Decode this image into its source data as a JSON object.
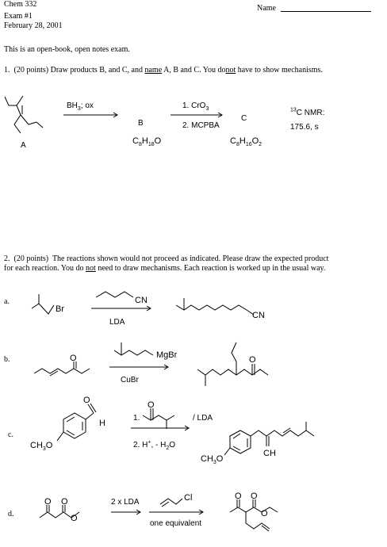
{
  "header": {
    "course": "Chem 332",
    "exam": "Exam #1",
    "date": "February 28, 2001",
    "name_label": "Name"
  },
  "intro": "This is an open-book, open notes exam.",
  "q1": {
    "number": "1.",
    "points": "(20 points)",
    "text_a": "Draw products B, and C, and",
    "name_word": "name",
    "text_b": "A, B and C. You do",
    "not_word": "not",
    "text_c": "have to show mechanisms.",
    "label_A": "A",
    "label_B": "B",
    "label_C": "C",
    "reagent1": "BH",
    "reagent1_sub": "3",
    "reagent1_tail": "; ox",
    "reagent2a_pre": "1. CrO",
    "reagent2a_sub": "3",
    "reagent2b": "2. MCPBA",
    "formula_B": {
      "c": "C",
      "c_n": "8",
      "h": "H",
      "h_n": "18",
      "o": "O",
      "o_n": ""
    },
    "formula_C": {
      "c": "C",
      "c_n": "8",
      "h": "H",
      "h_n": "16",
      "o": "O",
      "o_n": "2"
    },
    "nmr_sup": "13",
    "nmr_label": "C NMR:",
    "nmr_value": "175.6, s"
  },
  "q2": {
    "number": "2.",
    "points": "(20 points)",
    "line1": "The reactions shown would not proceed as indicated.  Please draw the expected product",
    "line2a": "for each reaction. You do",
    "not_word": "not",
    "line2b": "need to draw mechanisms. Each reaction is worked up in the usual way.",
    "reactions": [
      {
        "label": "a.",
        "reagent_below": "LDA",
        "atoms": [
          "Br",
          "CN",
          "CN"
        ]
      },
      {
        "label": "b.",
        "reagent_below": "CuBr",
        "atoms": [
          "O",
          "MgBr",
          "O"
        ]
      },
      {
        "label": "c.",
        "reagent_above": "/ LDA",
        "step1": "1.",
        "step2": "2. H",
        "step2_sup": "+",
        "step2_tail": ", - H",
        "step2_sub": "2",
        "step2_end": "O",
        "atoms": [
          "O",
          "H",
          "CH",
          "3",
          "O",
          "O",
          "CH",
          "3",
          "O"
        ]
      },
      {
        "label": "d.",
        "reagent_above": "2 x LDA",
        "reagent_below": "one equivalent",
        "atoms": [
          "O",
          "O",
          "O",
          "Cl",
          "O",
          "O",
          "O"
        ]
      }
    ]
  }
}
